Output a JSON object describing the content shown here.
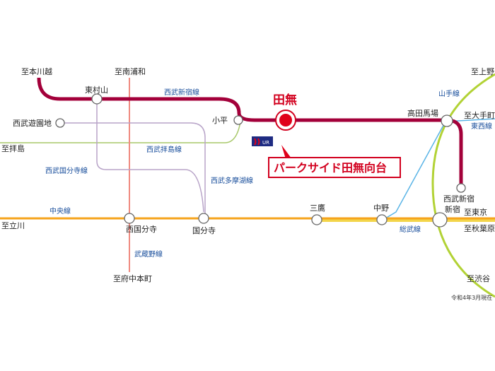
{
  "colors": {
    "seibu_shinjuku": "#a3003a",
    "chuo": "#f6a31b",
    "sobu": "#f3d54a",
    "yamanote": "#9acd32",
    "haijima": "#a8c86a",
    "musashino": "#f08070",
    "tama": "#b8a4c8",
    "tozai": "#5ab0e0",
    "kokubunji": "#b8a4c8",
    "accent": "#d2001e",
    "line_label": "#1a4f9c"
  },
  "stations": {
    "higashimurayama": "東村山",
    "kodaira": "小平",
    "tanashi": "田無",
    "takadanobaba": "高田馬場",
    "seibuyuenchi": "西武遊園地",
    "nishikokubunji": "西国分寺",
    "kokubunji": "国分寺",
    "mitaka": "三鷹",
    "nakano": "中野",
    "shinjuku": "新宿",
    "seibushinjuku": "西武新宿"
  },
  "directions": {
    "honkawagoe": "至本川越",
    "minamiurawa": "至南浦和",
    "haijima": "至拝島",
    "tachikawa": "至立川",
    "fuchuhommachi": "至府中本町",
    "ueno": "至上野",
    "otemachi": "至大手町",
    "tokyo": "至東京",
    "akihabara": "至秋葉原",
    "shibuya": "至渋谷"
  },
  "lines": {
    "seibu_shinjuku": "西武新宿線",
    "seibu_haijima": "西武拝島線",
    "seibu_kokubunji": "西武国分寺線",
    "seibu_tamako": "西武多摩湖線",
    "chuo": "中央線",
    "musashino": "武蔵野線",
    "sobu": "総武線",
    "yamanote": "山手線",
    "tozai": "東西線"
  },
  "property": {
    "name": "パークサイド田無向台",
    "logo_text": "UR"
  },
  "note": "令和4年3月現在"
}
